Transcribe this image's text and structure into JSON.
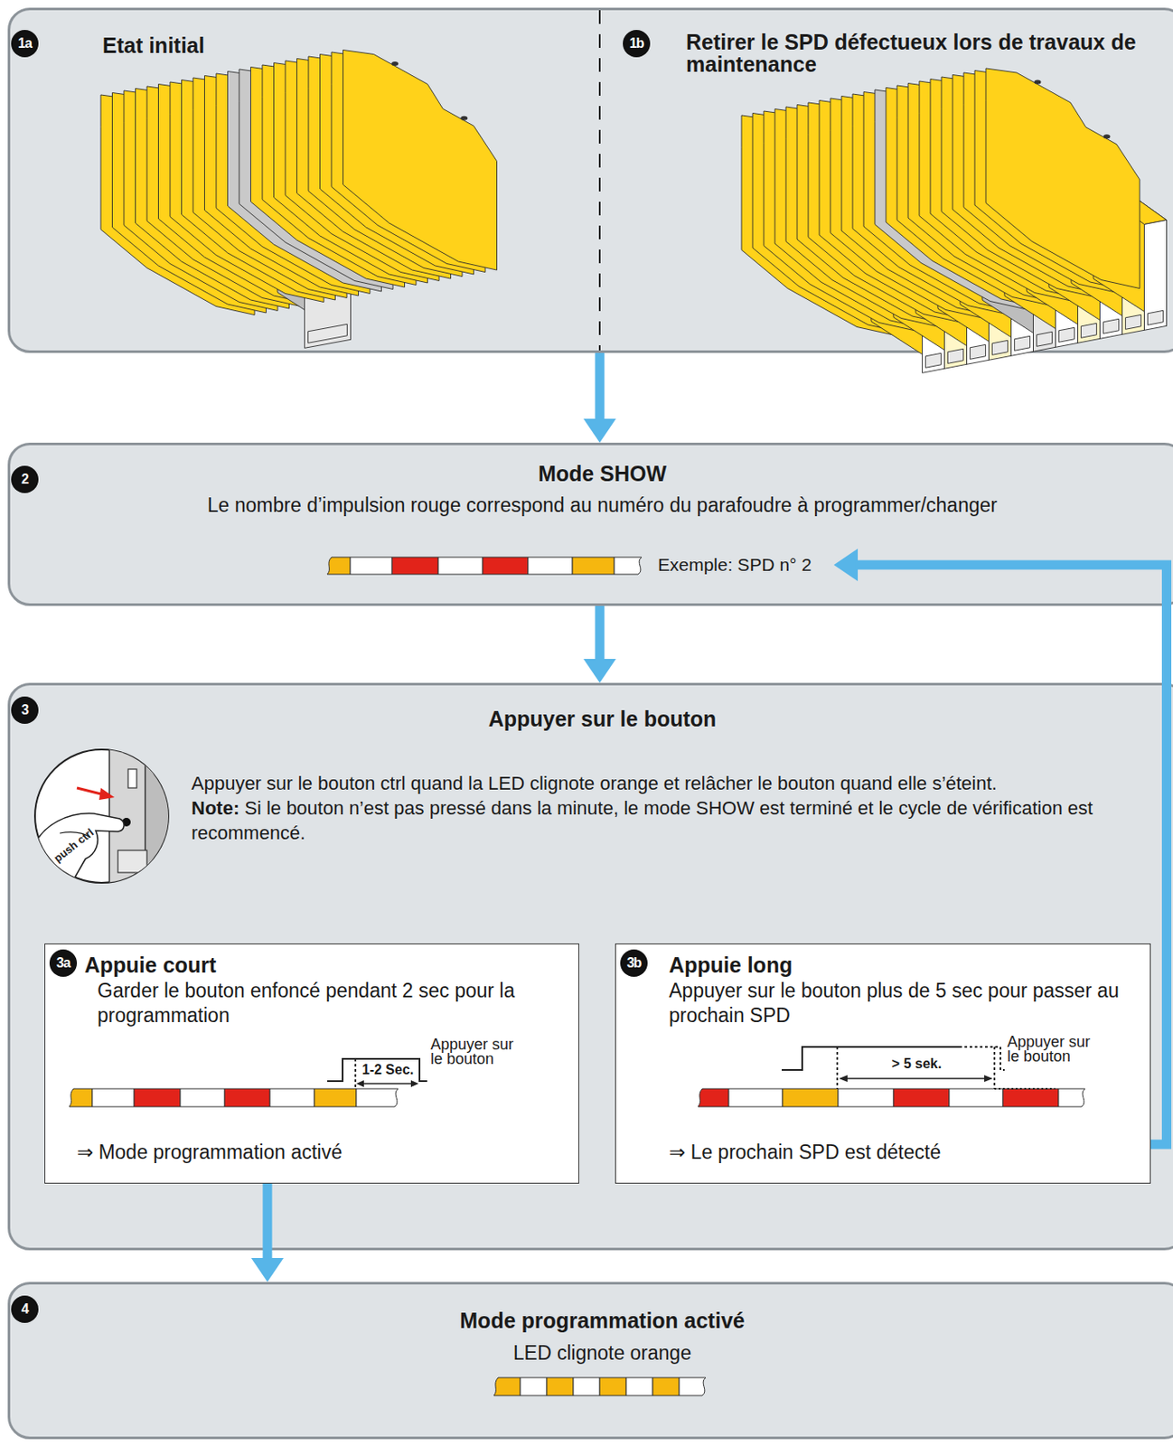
{
  "diagram": {
    "nodes": [
      {
        "text": [
          "Etat initial",
          "Retirer le SPD défectueux lors de travaux de maintenance"
        ]
      },
      {
        "text": [
          "Mode SHOW",
          "Le nombre d’impulsion rouge correspond au numéro du parafoudre à programmer/changer"
        ]
      },
      {
        "text": [
          "Appuyer sur le bouton",
          "Appuyer sur le bouton ctrl quand la LED clignote orange et relâcher le bouton quand elle s’éteint.",
          "Note:",
          "Si le bouton n’est pas pressé dans la minute, le mode SHOW est terminé et le cycle de vérification est recommencé."
        ]
      },
      {
        "text": [
          "Appuie court",
          "Garder le bouton enfoncé pendant 2 sec pour la programmation",
          "⇒ Mode programmation activé"
        ],
        "in": 2
      },
      {
        "text": [
          "Appuie long",
          "Appuyer sur le bouton plus de 5 sec pour passer au prochain SPD",
          "⇒ Le prochain SPD est détecté"
        ],
        "in": 2
      },
      {
        "text": [
          "Mode programmation activé",
          "LED clignote orange"
        ]
      }
    ],
    "edges": [
      {
        "from": 0,
        "to": 1,
        "arrow": "to"
      },
      {
        "from": 1,
        "to": 2,
        "arrow": "to"
      },
      {
        "from": 3,
        "to": 5,
        "arrow": "to"
      },
      {
        "from": 4,
        "to": 1,
        "arrow": "to"
      }
    ],
    "labels": [
      "1a",
      "1b",
      "2",
      "Exemple: SPD n° 2",
      "3",
      "push ctrl",
      "3a",
      "1-2 Sec.",
      "Appuyer sur le bouton",
      "3b",
      "> 5 sek.",
      "Appuyer sur le bouton",
      "4"
    ]
  }
}
